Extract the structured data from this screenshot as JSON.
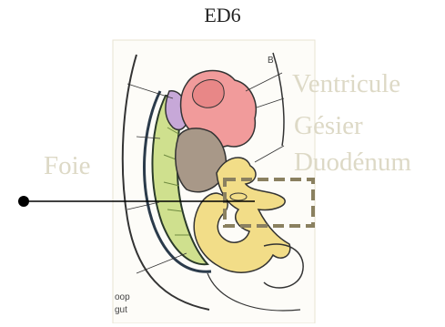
{
  "title": "ED6",
  "labels": {
    "ventricule": "Ventricule",
    "gesier": "Gésier",
    "duodenum": "Duodénum",
    "foie": "Foie"
  },
  "figure_text": {
    "top_right": "B",
    "bottom_left_line1": "oop",
    "bottom_left_line2": "gut"
  },
  "colors": {
    "highlight_box": "#8a8060",
    "label_text": "#ddd9c6",
    "pointer": "#000000"
  }
}
